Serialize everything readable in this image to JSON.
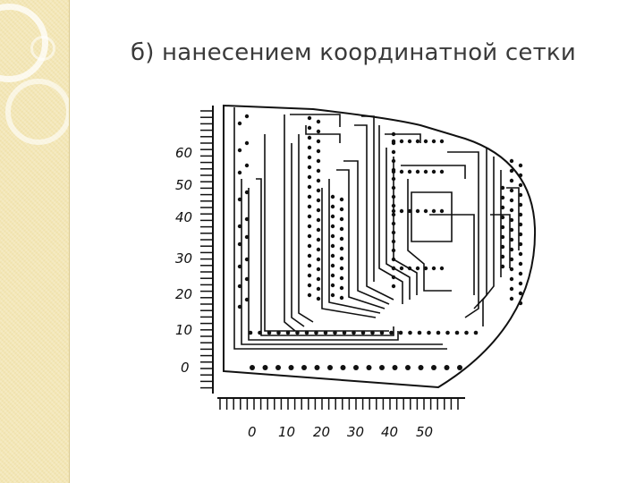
{
  "slide": {
    "title": "б) нанесением координатной сетки"
  },
  "diagram": {
    "y_axis_labels": [
      "60",
      "50",
      "40",
      "30",
      "20",
      "10",
      "0"
    ],
    "x_axis_labels": [
      "0",
      "10",
      "20",
      "30",
      "40",
      "50"
    ]
  },
  "colors": {
    "sidebar": "#f3e6b4",
    "ink": "#111111",
    "title": "#3a3a3a"
  }
}
